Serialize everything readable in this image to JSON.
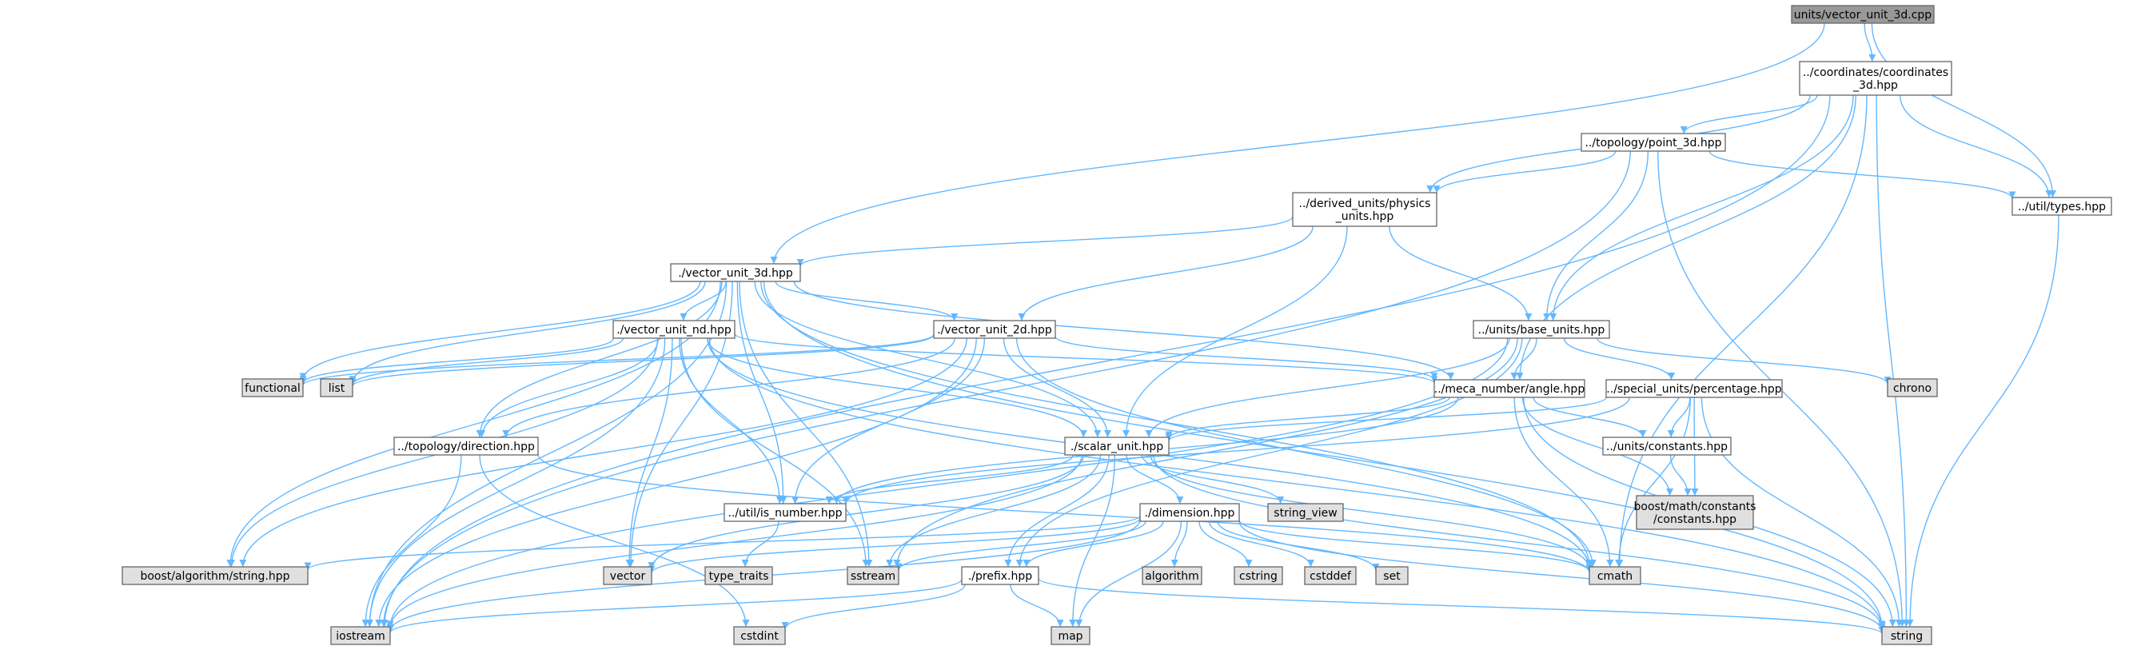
{
  "graph": {
    "colors": {
      "edge": "#63b8ff",
      "root_fill": "#999999",
      "header_fill": "#ffffff",
      "system_fill": "#e0e0e0",
      "border": "#666666"
    },
    "nodes": [
      {
        "id": "root",
        "label": "units/vector_unit_3d.cpp",
        "kind": "root"
      },
      {
        "id": "coord3d",
        "label": "../coordinates/coordinates\n_3d.hpp",
        "kind": "header"
      },
      {
        "id": "point3d",
        "label": "../topology/point_3d.hpp",
        "kind": "header"
      },
      {
        "id": "types",
        "label": "../util/types.hpp",
        "kind": "header"
      },
      {
        "id": "physics",
        "label": "../derived_units/physics\n_units.hpp",
        "kind": "header"
      },
      {
        "id": "vu3d",
        "label": "./vector_unit_3d.hpp",
        "kind": "header"
      },
      {
        "id": "vund",
        "label": "./vector_unit_nd.hpp",
        "kind": "header"
      },
      {
        "id": "vu2d",
        "label": "./vector_unit_2d.hpp",
        "kind": "header"
      },
      {
        "id": "baseunits",
        "label": "../units/base_units.hpp",
        "kind": "header"
      },
      {
        "id": "angle",
        "label": "../meca_number/angle.hpp",
        "kind": "header"
      },
      {
        "id": "percentage",
        "label": "../special_units/percentage.hpp",
        "kind": "header"
      },
      {
        "id": "direction",
        "label": "../topology/direction.hpp",
        "kind": "header"
      },
      {
        "id": "scalar",
        "label": "./scalar_unit.hpp",
        "kind": "header"
      },
      {
        "id": "constants",
        "label": "../units/constants.hpp",
        "kind": "header"
      },
      {
        "id": "isnumber",
        "label": "../util/is_number.hpp",
        "kind": "header"
      },
      {
        "id": "dimension",
        "label": "./dimension.hpp",
        "kind": "header"
      },
      {
        "id": "prefix",
        "label": "./prefix.hpp",
        "kind": "header"
      },
      {
        "id": "functional",
        "label": "functional",
        "kind": "system"
      },
      {
        "id": "list",
        "label": "list",
        "kind": "system"
      },
      {
        "id": "chrono",
        "label": "chrono",
        "kind": "system"
      },
      {
        "id": "string_view",
        "label": "string_view",
        "kind": "system"
      },
      {
        "id": "boostmath",
        "label": "boost/math/constants\n/constants.hpp",
        "kind": "system"
      },
      {
        "id": "boostalgo",
        "label": "boost/algorithm/string.hpp",
        "kind": "system"
      },
      {
        "id": "vector",
        "label": "vector",
        "kind": "system"
      },
      {
        "id": "type_traits",
        "label": "type_traits",
        "kind": "system"
      },
      {
        "id": "sstream",
        "label": "sstream",
        "kind": "system"
      },
      {
        "id": "algorithm",
        "label": "algorithm",
        "kind": "system"
      },
      {
        "id": "cstring",
        "label": "cstring",
        "kind": "system"
      },
      {
        "id": "cstddef",
        "label": "cstddef",
        "kind": "system"
      },
      {
        "id": "set",
        "label": "set",
        "kind": "system"
      },
      {
        "id": "cmath",
        "label": "cmath",
        "kind": "system"
      },
      {
        "id": "iostream",
        "label": "iostream",
        "kind": "system"
      },
      {
        "id": "cstdint",
        "label": "cstdint",
        "kind": "system"
      },
      {
        "id": "map",
        "label": "map",
        "kind": "system"
      },
      {
        "id": "string",
        "label": "string",
        "kind": "system"
      }
    ],
    "edges": [
      [
        "root",
        "coord3d"
      ],
      [
        "root",
        "vu3d"
      ],
      [
        "root",
        "types"
      ],
      [
        "coord3d",
        "point3d"
      ],
      [
        "coord3d",
        "physics"
      ],
      [
        "coord3d",
        "types"
      ],
      [
        "coord3d",
        "baseunits"
      ],
      [
        "coord3d",
        "angle"
      ],
      [
        "coord3d",
        "cmath"
      ],
      [
        "coord3d",
        "string"
      ],
      [
        "coord3d",
        "iostream"
      ],
      [
        "point3d",
        "physics"
      ],
      [
        "point3d",
        "types"
      ],
      [
        "point3d",
        "baseunits"
      ],
      [
        "point3d",
        "string"
      ],
      [
        "point3d",
        "iostream"
      ],
      [
        "types",
        "string"
      ],
      [
        "physics",
        "vu3d"
      ],
      [
        "physics",
        "vu2d"
      ],
      [
        "physics",
        "baseunits"
      ],
      [
        "physics",
        "scalar"
      ],
      [
        "vu3d",
        "vund"
      ],
      [
        "vu3d",
        "vu2d"
      ],
      [
        "vu3d",
        "scalar"
      ],
      [
        "vu3d",
        "angle"
      ],
      [
        "vu3d",
        "direction"
      ],
      [
        "vu3d",
        "isnumber"
      ],
      [
        "vu3d",
        "functional"
      ],
      [
        "vu3d",
        "list"
      ],
      [
        "vu3d",
        "boostalgo"
      ],
      [
        "vu3d",
        "vector"
      ],
      [
        "vu3d",
        "sstream"
      ],
      [
        "vu3d",
        "cmath"
      ],
      [
        "vu3d",
        "iostream"
      ],
      [
        "vu3d",
        "string"
      ],
      [
        "vund",
        "functional"
      ],
      [
        "vund",
        "list"
      ],
      [
        "vund",
        "direction"
      ],
      [
        "vund",
        "scalar"
      ],
      [
        "vund",
        "isnumber"
      ],
      [
        "vund",
        "angle"
      ],
      [
        "vund",
        "boostalgo"
      ],
      [
        "vund",
        "vector"
      ],
      [
        "vund",
        "sstream"
      ],
      [
        "vund",
        "cmath"
      ],
      [
        "vund",
        "iostream"
      ],
      [
        "vund",
        "string"
      ],
      [
        "vu2d",
        "functional"
      ],
      [
        "vu2d",
        "list"
      ],
      [
        "vu2d",
        "direction"
      ],
      [
        "vu2d",
        "scalar"
      ],
      [
        "vu2d",
        "isnumber"
      ],
      [
        "vu2d",
        "angle"
      ],
      [
        "vu2d",
        "boostalgo"
      ],
      [
        "vu2d",
        "cmath"
      ],
      [
        "vu2d",
        "iostream"
      ],
      [
        "baseunits",
        "angle"
      ],
      [
        "baseunits",
        "percentage"
      ],
      [
        "baseunits",
        "scalar"
      ],
      [
        "baseunits",
        "prefix"
      ],
      [
        "baseunits",
        "chrono"
      ],
      [
        "baseunits",
        "sstream"
      ],
      [
        "baseunits",
        "iostream"
      ],
      [
        "angle",
        "scalar"
      ],
      [
        "angle",
        "constants"
      ],
      [
        "angle",
        "isnumber"
      ],
      [
        "angle",
        "boostmath"
      ],
      [
        "angle",
        "cmath"
      ],
      [
        "angle",
        "string"
      ],
      [
        "percentage",
        "scalar"
      ],
      [
        "percentage",
        "constants"
      ],
      [
        "percentage",
        "isnumber"
      ],
      [
        "percentage",
        "boostmath"
      ],
      [
        "percentage",
        "cmath"
      ],
      [
        "percentage",
        "string"
      ],
      [
        "direction",
        "iostream"
      ],
      [
        "direction",
        "cstdint"
      ],
      [
        "direction",
        "cmath"
      ],
      [
        "scalar",
        "dimension"
      ],
      [
        "scalar",
        "prefix"
      ],
      [
        "scalar",
        "isnumber"
      ],
      [
        "scalar",
        "string_view"
      ],
      [
        "scalar",
        "vector"
      ],
      [
        "scalar",
        "sstream"
      ],
      [
        "scalar",
        "cmath"
      ],
      [
        "scalar",
        "map"
      ],
      [
        "scalar",
        "iostream"
      ],
      [
        "scalar",
        "string"
      ],
      [
        "constants",
        "boostmath"
      ],
      [
        "isnumber",
        "type_traits"
      ],
      [
        "dimension",
        "prefix"
      ],
      [
        "dimension",
        "boostalgo"
      ],
      [
        "dimension",
        "vector"
      ],
      [
        "dimension",
        "sstream"
      ],
      [
        "dimension",
        "algorithm"
      ],
      [
        "dimension",
        "cstring"
      ],
      [
        "dimension",
        "cstddef"
      ],
      [
        "dimension",
        "set"
      ],
      [
        "dimension",
        "cmath"
      ],
      [
        "dimension",
        "map"
      ],
      [
        "dimension",
        "iostream"
      ],
      [
        "dimension",
        "string"
      ],
      [
        "prefix",
        "iostream"
      ],
      [
        "prefix",
        "cstdint"
      ],
      [
        "prefix",
        "map"
      ],
      [
        "prefix",
        "string"
      ]
    ]
  }
}
